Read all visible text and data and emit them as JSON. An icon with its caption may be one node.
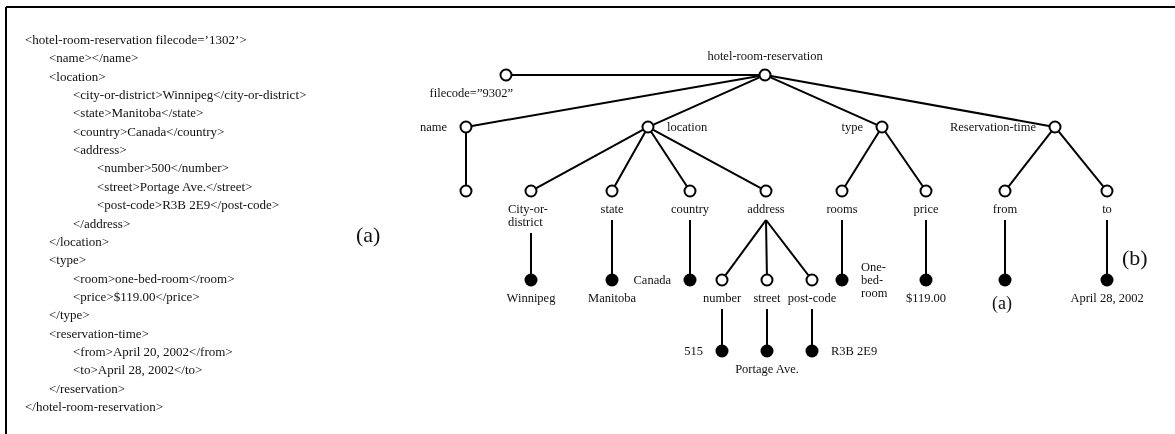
{
  "diagram": {
    "nodes": [
      {
        "text": [
          "hotel-room-reservation"
        ]
      },
      {
        "text": [
          "filecode=”9302”"
        ]
      },
      {
        "text": [
          "name"
        ]
      },
      {
        "text": [
          "location"
        ]
      },
      {
        "text": [
          "type"
        ]
      },
      {
        "text": [
          "Reservation-time"
        ]
      },
      {
        "text": [],
        "shape": "circle"
      },
      {
        "text": [
          "City-or-district"
        ]
      },
      {
        "text": [
          "state"
        ]
      },
      {
        "text": [
          "country"
        ]
      },
      {
        "text": [
          "address"
        ]
      },
      {
        "text": [
          "rooms"
        ]
      },
      {
        "text": [
          "price"
        ]
      },
      {
        "text": [
          "from"
        ]
      },
      {
        "text": [
          "to"
        ]
      },
      {
        "text": [
          "Winnipeg"
        ]
      },
      {
        "text": [
          "Manitoba"
        ]
      },
      {
        "text": [
          "Canada"
        ]
      },
      {
        "text": [
          "number"
        ]
      },
      {
        "text": [
          "street"
        ]
      },
      {
        "text": [
          "post-code"
        ]
      },
      {
        "text": [
          "One-bed-room"
        ]
      },
      {
        "text": [
          "$119.00"
        ]
      },
      {
        "text": [],
        "shape": "dot"
      },
      {
        "text": [
          "April 28, 2002"
        ]
      },
      {
        "text": [
          "515"
        ]
      },
      {
        "text": [
          "Portage Ave."
        ]
      },
      {
        "text": [
          "R3B 2E9"
        ]
      }
    ],
    "edges": [
      {
        "from": 0,
        "to": 1,
        "arrow": "none"
      },
      {
        "from": 0,
        "to": 2,
        "arrow": "none"
      },
      {
        "from": 0,
        "to": 3,
        "arrow": "none"
      },
      {
        "from": 0,
        "to": 4,
        "arrow": "none"
      },
      {
        "from": 0,
        "to": 5,
        "arrow": "none"
      },
      {
        "from": 2,
        "to": 6,
        "arrow": "none"
      },
      {
        "from": 3,
        "to": 7,
        "arrow": "none"
      },
      {
        "from": 3,
        "to": 8,
        "arrow": "none"
      },
      {
        "from": 3,
        "to": 9,
        "arrow": "none"
      },
      {
        "from": 3,
        "to": 10,
        "arrow": "none"
      },
      {
        "from": 4,
        "to": 11,
        "arrow": "none"
      },
      {
        "from": 4,
        "to": 12,
        "arrow": "none"
      },
      {
        "from": 5,
        "to": 13,
        "arrow": "none"
      },
      {
        "from": 5,
        "to": 14,
        "arrow": "none"
      },
      {
        "from": 7,
        "to": 15,
        "arrow": "none"
      },
      {
        "from": 8,
        "to": 16,
        "arrow": "none"
      },
      {
        "from": 9,
        "to": 17,
        "arrow": "none"
      },
      {
        "from": 10,
        "to": 18,
        "arrow": "none"
      },
      {
        "from": 10,
        "to": 19,
        "arrow": "none"
      },
      {
        "from": 10,
        "to": 20,
        "arrow": "none"
      },
      {
        "from": 11,
        "to": 21,
        "arrow": "none"
      },
      {
        "from": 12,
        "to": 22,
        "arrow": "none"
      },
      {
        "from": 13,
        "to": 23,
        "arrow": "none"
      },
      {
        "from": 14,
        "to": 24,
        "arrow": "none"
      },
      {
        "from": 18,
        "to": 25,
        "arrow": "none"
      },
      {
        "from": 19,
        "to": 26,
        "arrow": "none"
      },
      {
        "from": 20,
        "to": 27,
        "arrow": "none"
      }
    ],
    "labels": [
      "<hotel-room-reservation filecode=’1302’>",
      "<name></name>",
      "<location>",
      "<city-or-district>Winnipeg</city-or-district>",
      "<state>Manitoba</state>",
      "<country>Canada</country>",
      "<address>",
      "<number>500</number>",
      "<street>Portage Ave.</street>",
      "<post-code>R3B 2E9</post-code>",
      "</address>",
      "</location>",
      "<type>",
      "<room>one-bed-room</room>",
      "<price>$119.00</price>",
      "</type>",
      "<reservation-time>",
      "<from>April 20, 2002</from>",
      "<to>April 28, 2002</to>",
      "</reservation>",
      "</hotel-room-reservation>",
      "(a)",
      "(b)",
      "(a)"
    ]
  }
}
